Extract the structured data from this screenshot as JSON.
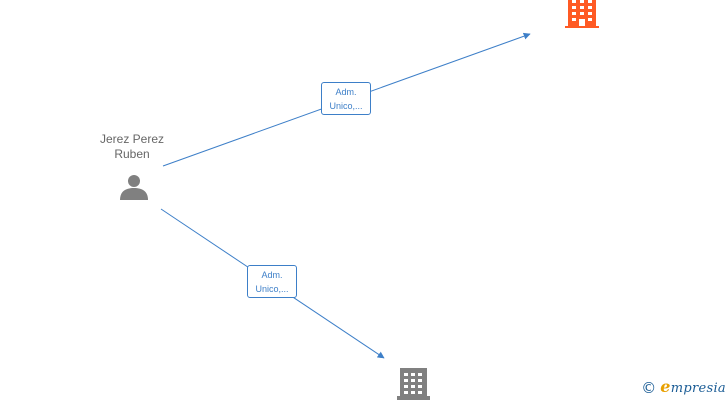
{
  "person": {
    "name_line1": "Jerez Perez",
    "name_line2": "Ruben",
    "icon": "person-icon"
  },
  "companies": [
    {
      "icon": "building-icon",
      "color": "#ff5a24"
    },
    {
      "icon": "building-icon",
      "color": "#808080"
    }
  ],
  "relations": [
    {
      "line1": "Adm.",
      "line2": "Unico,..."
    },
    {
      "line1": "Adm.",
      "line2": "Unico,..."
    }
  ],
  "colors": {
    "edge": "#3d7fc8",
    "person": "#808080"
  },
  "watermark": {
    "symbol": "©",
    "brand_initial": "e",
    "brand_rest": "mpresia"
  }
}
